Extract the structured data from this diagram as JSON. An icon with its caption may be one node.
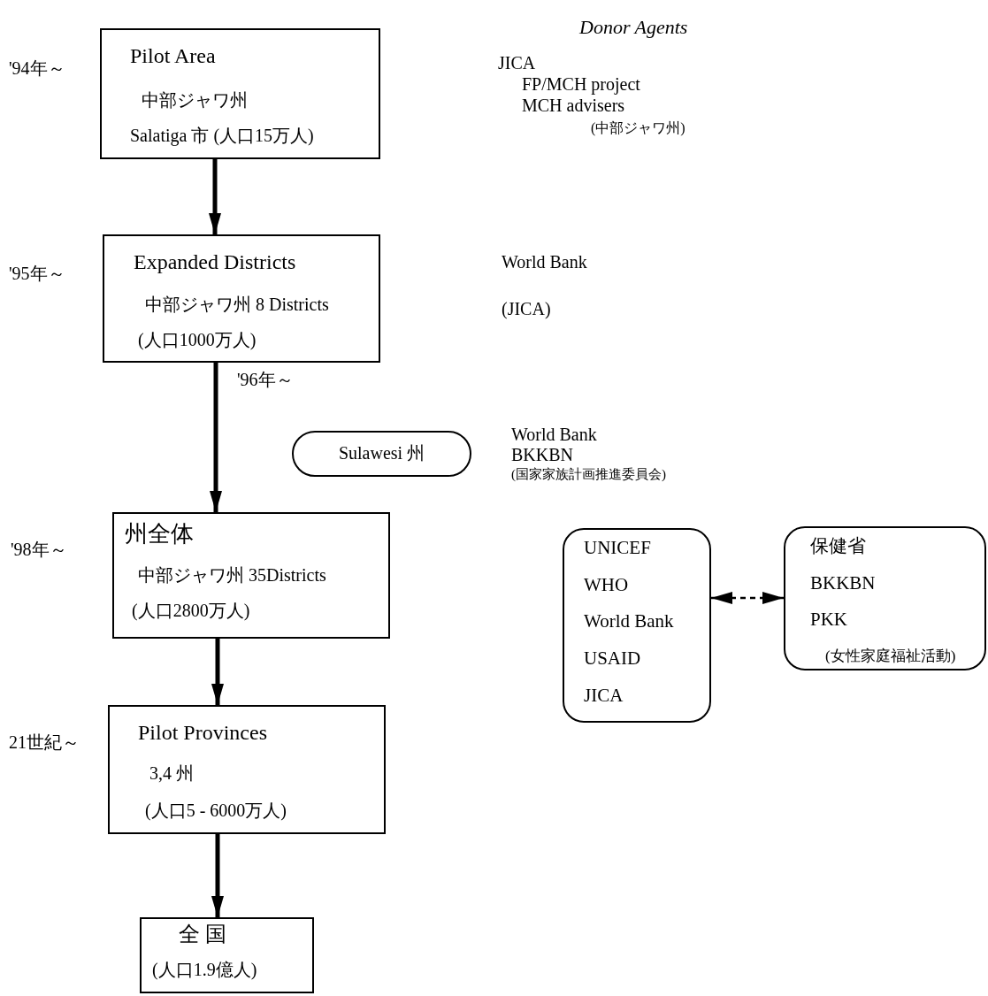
{
  "diagram": {
    "nodes": [
      {
        "text": [
          "Pilot Area",
          "中部ジャワ州",
          "Salatiga 市 (人口15万人)"
        ],
        "beside": [
          "'94年～"
        ]
      },
      {
        "text": [
          "Expanded Districts",
          "中部ジャワ州 8 Districts",
          "(人口1000万人)"
        ],
        "beside": [
          "'95年～"
        ]
      },
      {
        "text": [
          "Sulawesi 州"
        ]
      },
      {
        "text": [
          "州全体",
          "中部ジャワ州 35Districts",
          "(人口2800万人)"
        ],
        "beside": [
          "'98年～"
        ]
      },
      {
        "text": [
          "Pilot Provinces",
          "3,4 州",
          "(人口5 - 6000万人)"
        ],
        "beside": [
          "21世紀～"
        ]
      },
      {
        "text": [
          "全 国",
          "(人口1.9億人)"
        ]
      },
      {
        "text": [
          "UNICEF",
          "WHO",
          "World Bank",
          "USAID",
          "JICA"
        ]
      },
      {
        "text": [
          "保健省",
          "BKKBN",
          "PKK",
          "(女性家庭福祉活動)"
        ]
      }
    ],
    "edges": [
      {
        "from": 0,
        "to": 1,
        "arrow": "to"
      },
      {
        "from": 1,
        "to": 3,
        "arrow": "to",
        "label": "'96年～"
      },
      {
        "from": 3,
        "to": 4,
        "arrow": "to"
      },
      {
        "from": 4,
        "to": 5,
        "arrow": "to"
      },
      {
        "from": 6,
        "to": 7,
        "arrow": "both",
        "style": "dashed"
      }
    ],
    "labels": [
      "Donor Agents",
      "JICA",
      "FP/MCH project",
      "MCH advisers",
      "(中部ジャワ州)",
      "World Bank",
      "(JICA)",
      "World Bank",
      "BKKBN",
      "(国家家族計画推進委員会)"
    ]
  }
}
